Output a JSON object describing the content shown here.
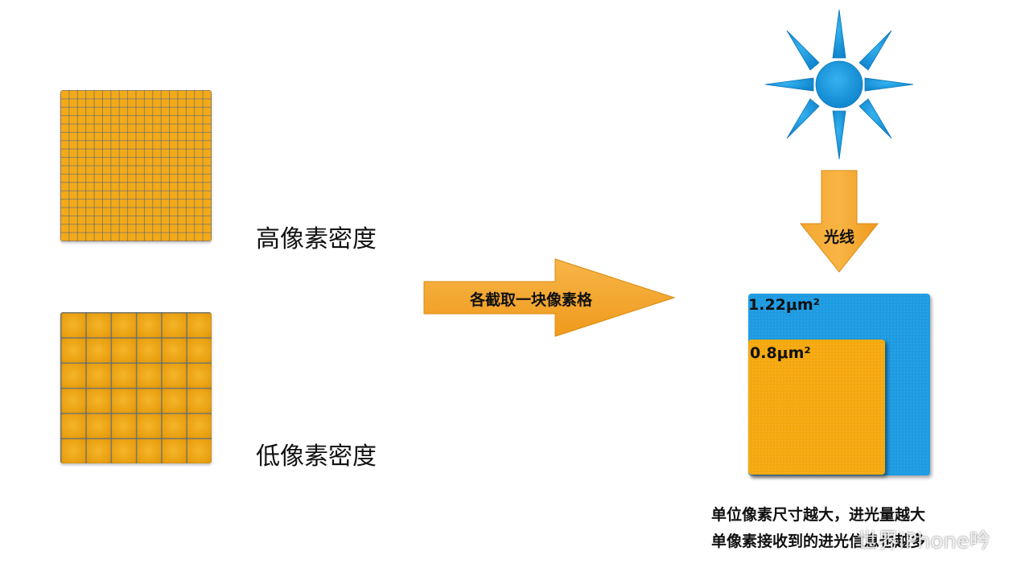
{
  "left_panel": {
    "high_density_label": "高像素密度",
    "low_density_label": "低像素密度"
  },
  "main_arrow": {
    "label": "各截取一块像素格"
  },
  "light_arrow": {
    "label": "光线"
  },
  "pixels": {
    "large_label": "1.22μm²",
    "small_label": "0.8μm²"
  },
  "captions": {
    "line1": "单位像素尺寸越大，进光量越大",
    "line2": "单像素接收到的进光信息也越多"
  },
  "watermark": "世界iPhone吟",
  "colors": {
    "orange": "#f5a80e",
    "blue": "#1d9be2",
    "grid_line": "#465a8c"
  },
  "icons": {
    "sun": "sun-icon",
    "main_arrow": "arrow-right-icon",
    "light_arrow": "arrow-down-icon"
  }
}
